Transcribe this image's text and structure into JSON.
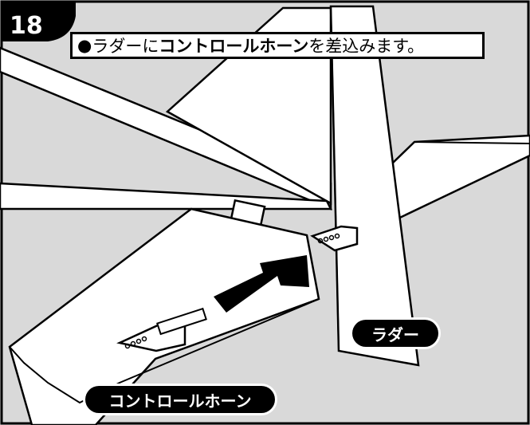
{
  "step": {
    "number": "18"
  },
  "caption": {
    "bullet": "●",
    "before": "ラダーに",
    "bold": "コントロールホーン",
    "after": "を差込みます。"
  },
  "labels": {
    "rudder": "ラダー",
    "control_horn": "コントロールホーン"
  },
  "colors": {
    "background": "#d9d9d9",
    "surface": "#ffffff",
    "outline": "#000000",
    "badge": "#000000",
    "arrow": "#000000"
  }
}
